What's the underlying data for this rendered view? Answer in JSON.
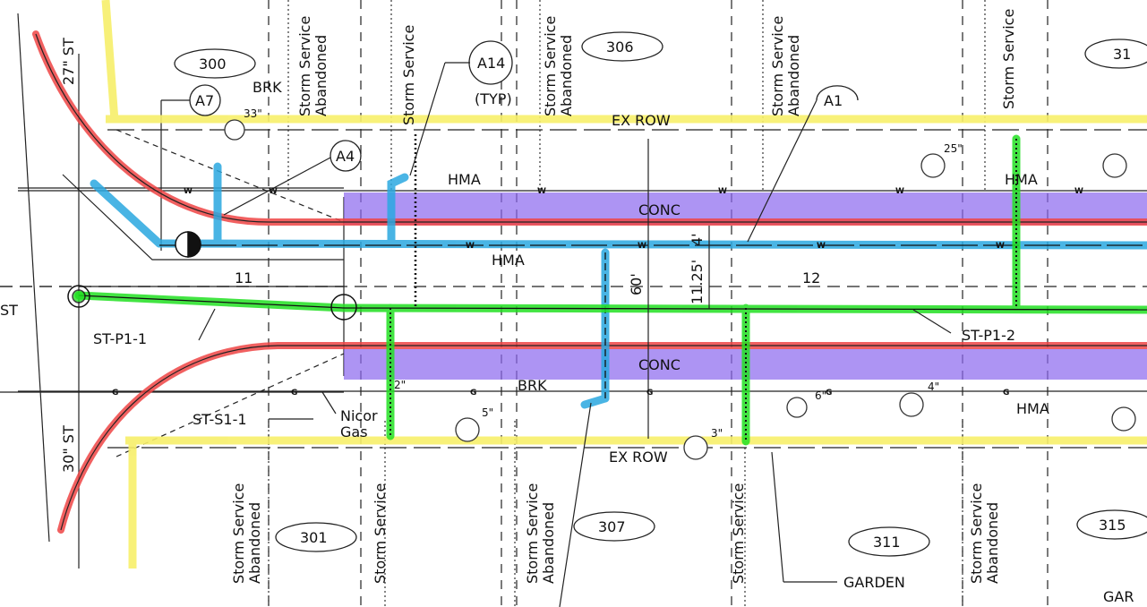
{
  "labels": {
    "ex_row": "EX ROW",
    "hma": "HMA",
    "conc": "CONC",
    "brk": "BRK",
    "gas": "Gas",
    "nicor": "Nicor",
    "garden": "GARDEN",
    "gar_partial": "GAR",
    "typ": "(TYP)",
    "st_left": "ST",
    "st_p1_1": "ST-P1-1",
    "st_p1_2": "ST-P1-2",
    "st_s1_1": "ST-S1-1",
    "street_27": "27\" ST",
    "street_30": "30\" ST",
    "lot_11": "11",
    "lot_12": "12",
    "dim_60": "60'",
    "dim_11_25": "11.25'",
    "dim_4": "4'",
    "w_marker": "W",
    "g_marker": "G",
    "storm_service": "Storm Service",
    "storm_service_abandoned_1": "Storm Service",
    "storm_service_abandoned_2": "Abandoned"
  },
  "addresses": [
    "300",
    "301",
    "306",
    "307",
    "311",
    "315",
    "31"
  ],
  "callouts": [
    "A7",
    "A4",
    "A14",
    "A1"
  ],
  "tree_sizes": [
    "33\"",
    "25\"",
    "2\"",
    "5\"",
    "6\"",
    "4\"",
    "3\""
  ],
  "legend_colors": {
    "curb": "#ef4444",
    "row_line": "#f7ef6a",
    "water": "#2aa8e0",
    "storm": "#22e022",
    "concrete": "#8a66ee"
  }
}
